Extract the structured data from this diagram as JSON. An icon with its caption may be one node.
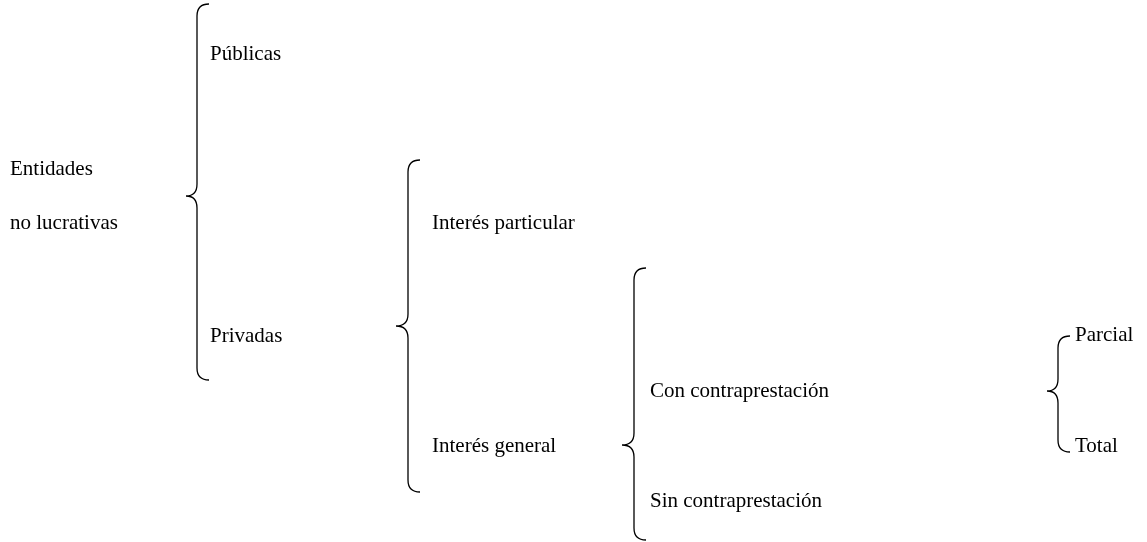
{
  "diagram": {
    "labels": [
      "Públicas",
      "Entidades",
      "no lucrativas",
      "Interés particular",
      "Privadas",
      "Parcial",
      "Con contraprestación",
      "Interés general",
      "Total",
      "Sin contraprestación"
    ]
  }
}
